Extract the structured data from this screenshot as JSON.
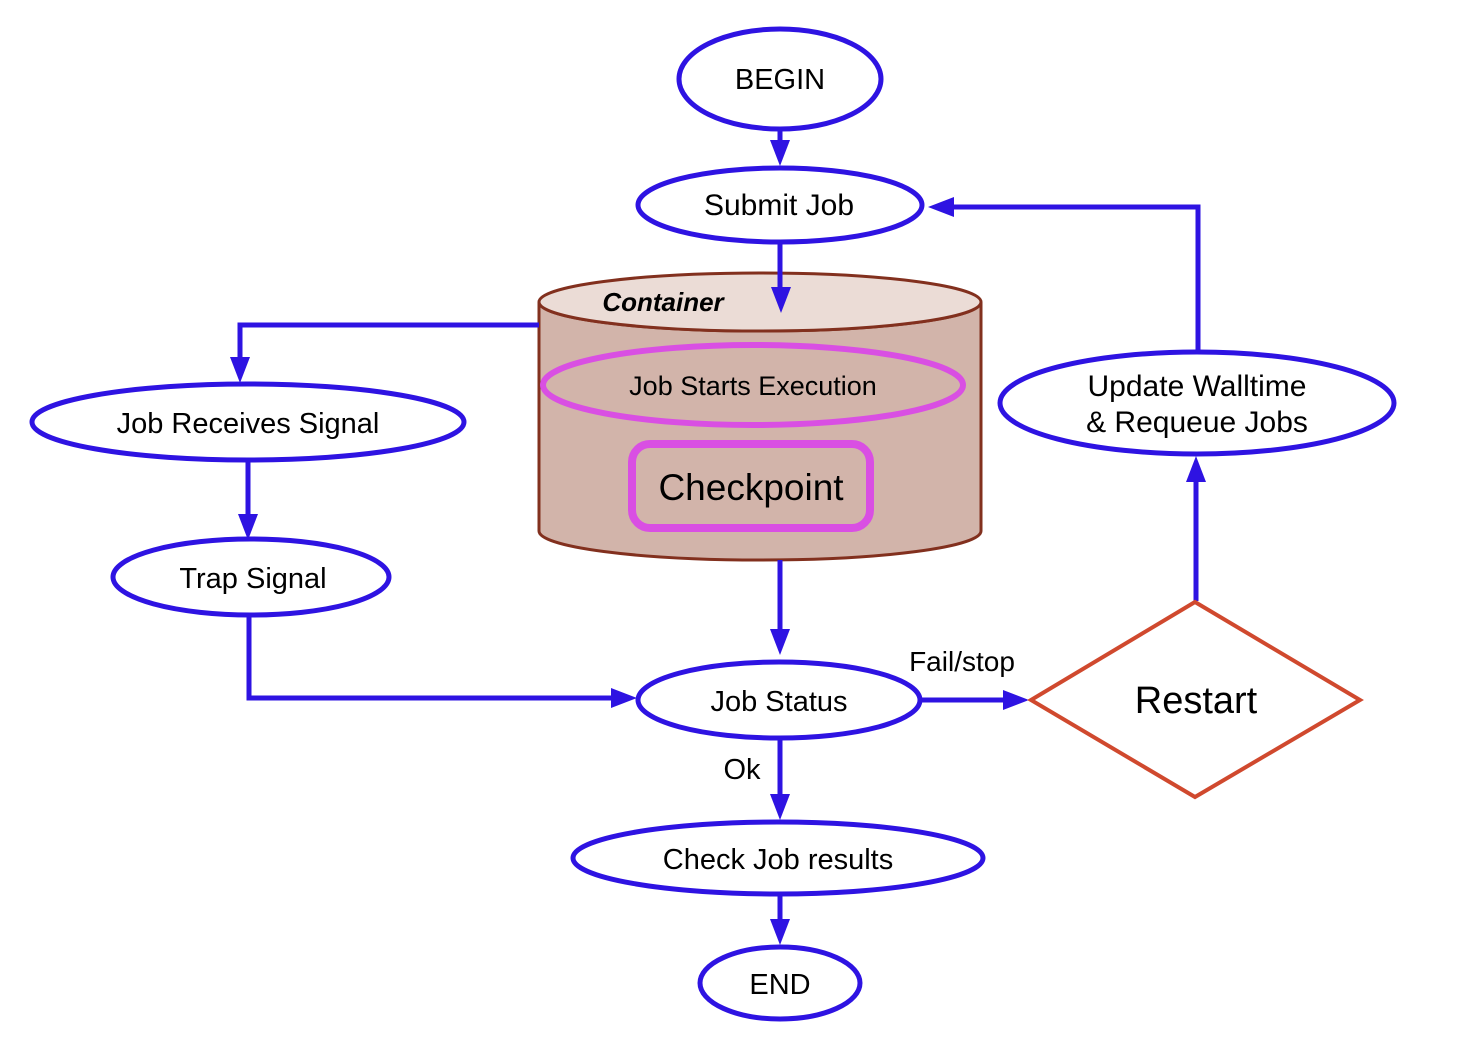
{
  "diagram": {
    "nodes": {
      "begin": "BEGIN",
      "submit_job": "Submit Job",
      "container": "Container",
      "job_starts_execution": "Job Starts Execution",
      "checkpoint": "Checkpoint",
      "job_receives_signal": "Job Receives Signal",
      "trap_signal": "Trap Signal",
      "job_status": "Job Status",
      "restart": "Restart",
      "update_walltime_line1": "Update Walltime",
      "update_walltime_line2": "& Requeue Jobs",
      "check_job_results": "Check Job results",
      "end": "END"
    },
    "edge_labels": {
      "fail_stop": "Fail/stop",
      "ok": "Ok"
    },
    "colors": {
      "edge_blue": "#2e13e2",
      "accent_magenta": "#d94fe3",
      "restart_orange": "#d0492e",
      "container_outline": "#82301e",
      "container_body": "#d2b4aa",
      "container_top": "#ebdcd6",
      "text": "#000000",
      "background": "#ffffff"
    }
  }
}
